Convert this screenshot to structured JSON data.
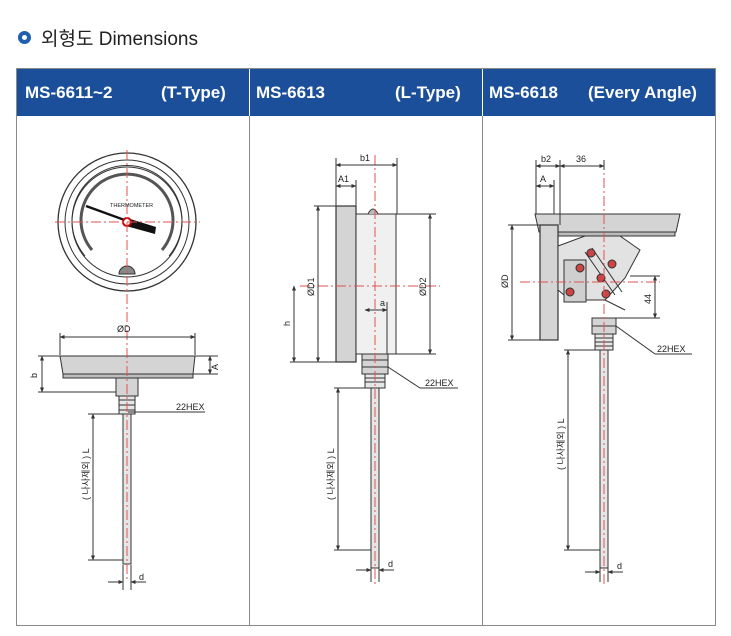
{
  "page": {
    "title": "외형도 Dimensions"
  },
  "headers": {
    "col1_model": "MS-6611~2",
    "col1_type": "(T-Type)",
    "col2_model": "MS-6613",
    "col2_type": "(L-Type)",
    "col3_model": "MS-6618",
    "col3_type": "(Every Angle)"
  },
  "drawing_t": {
    "dial_text": "THERMOMETER",
    "dim_od": "ØD",
    "dim_b": "b",
    "dim_a": "A",
    "hex_label": "22HEX",
    "length_label": "( 나사제외 ) L",
    "dim_d": "d"
  },
  "drawing_l": {
    "dim_b1": "b1",
    "dim_a1": "A1",
    "dim_od1": "ØD1",
    "dim_od2": "ØD2",
    "dim_h": "h",
    "dim_a": "a",
    "hex_label": "22HEX",
    "length_label": "( 나사제외 ) L",
    "dim_d": "d"
  },
  "drawing_e": {
    "dim_b2": "b2",
    "dim_36": "36",
    "dim_a": "A",
    "dim_od": "ØD",
    "dim_44": "44",
    "hex_label": "22HEX",
    "length_label": "( 나사제외 ) L",
    "dim_d": "d"
  },
  "colors": {
    "header_bg": "#1b4f9a",
    "bullet": "#1f5fb0",
    "center_line": "#e05050",
    "gauge_fill": "#d4d4d4"
  }
}
